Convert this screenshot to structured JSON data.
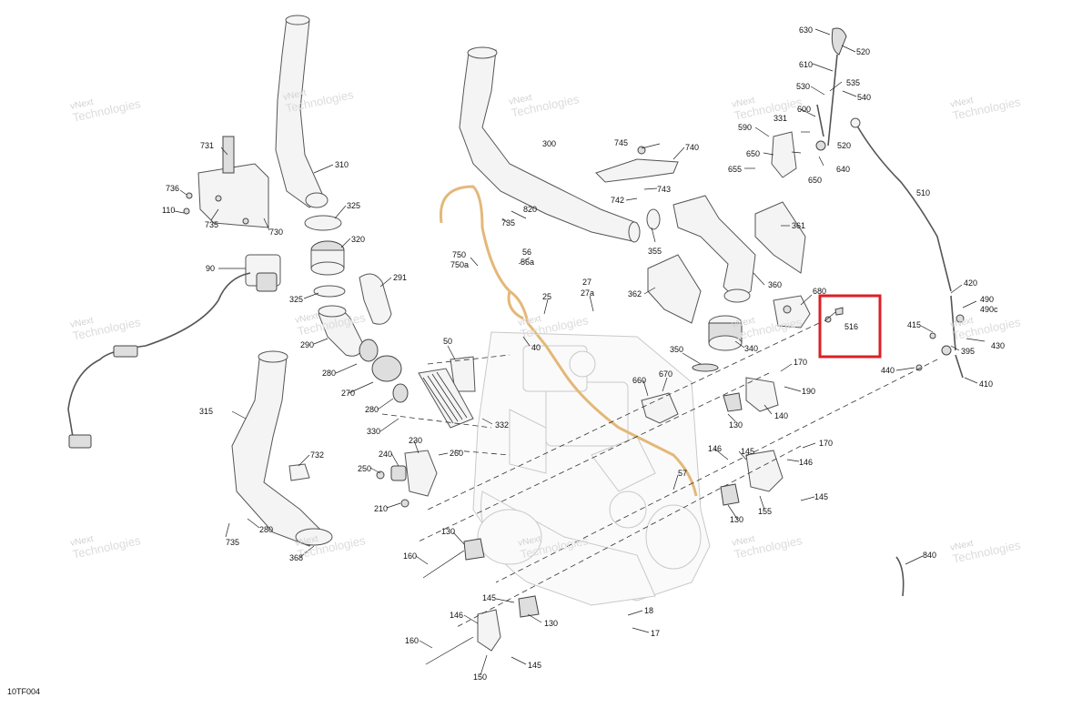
{
  "diagram_code": "10TF004",
  "watermark": {
    "line1": "vNext",
    "line2": "Technologies"
  },
  "highlight_label": "516",
  "callouts": {
    "c630": "630",
    "c520a": "520",
    "c610": "610",
    "c535": "535",
    "c530": "530",
    "c540": "540",
    "c600": "600",
    "c331": "331",
    "c590": "590",
    "c520b": "520",
    "c650a": "650",
    "c655": "655",
    "c640": "640",
    "c650b": "650",
    "c510": "510",
    "c745": "745",
    "c740": "740",
    "c743": "743",
    "c742": "742",
    "c300": "300",
    "c820": "820",
    "c735a": "735",
    "c355": "355",
    "c361": "361",
    "c731": "731",
    "c310": "310",
    "c736": "736",
    "c110": "110",
    "c735b": "735",
    "c730": "730",
    "c325a": "325",
    "c320": "320",
    "c90": "90",
    "c291": "291",
    "c325b": "325",
    "c750": "750",
    "c750a": "750a",
    "c56": "56",
    "c56a": "56a",
    "c27": "27",
    "c27a": "27a",
    "c25": "25",
    "c362": "362",
    "c360": "360",
    "c680": "680",
    "c290": "290",
    "c50": "50",
    "c40": "40",
    "c350": "350",
    "c340": "340",
    "c420": "420",
    "c490": "490",
    "c490c": "490c",
    "c415": "415",
    "c395": "395",
    "c430": "430",
    "c280a": "280",
    "c270": "270",
    "c280b": "280",
    "c660": "660",
    "c670": "670",
    "c170a": "170",
    "c190": "190",
    "c440": "440",
    "c410": "410",
    "c315": "315",
    "c330": "330",
    "c332": "332",
    "c140": "140",
    "c130a": "130",
    "c230": "230",
    "c240": "240",
    "c260": "260",
    "c732": "732",
    "c146a": "146",
    "c145a": "145",
    "c170b": "170",
    "c146b": "146",
    "c250": "250",
    "c57": "57",
    "c210": "210",
    "c155": "155",
    "c145b": "145",
    "c130b": "130",
    "c735c": "735",
    "c280c": "280",
    "c130c": "130",
    "c368": "368",
    "c160a": "160",
    "c840": "840",
    "c18": "18",
    "c145c": "145",
    "c146c": "146",
    "c130d": "130",
    "c17": "17",
    "c160b": "160",
    "c150": "150",
    "c145d": "145"
  },
  "colors": {
    "highlight": "#dd1f26",
    "harness_cable": "#e3b878",
    "line": "#222222"
  }
}
